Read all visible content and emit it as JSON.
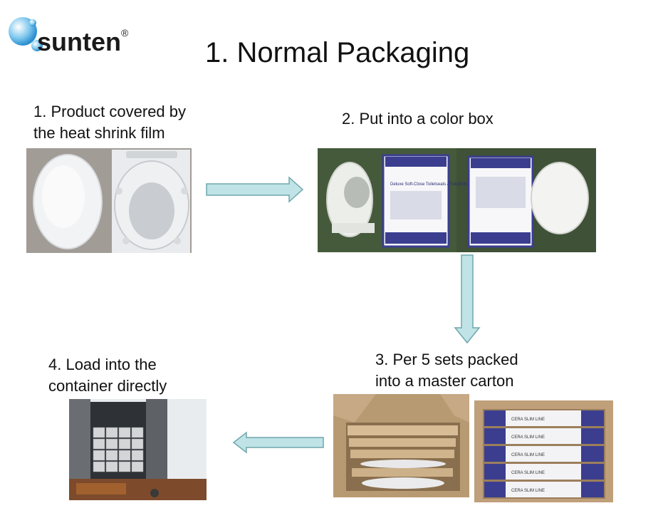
{
  "logo": {
    "text": "sunten",
    "reg": "®"
  },
  "title": "1. Normal Packaging",
  "steps": {
    "s1": {
      "line1": "1. Product covered by",
      "line2": "the heat shrink film"
    },
    "s2": {
      "line1": "2. Put into a color box"
    },
    "s3": {
      "line1": "3. Per 5 sets packed",
      "line2": "into a master carton"
    },
    "s4": {
      "line1": "4. Load into the",
      "line2": "container directly"
    }
  },
  "box_labels": {
    "color_box": "Deluxe Soft-Close Toiletseats / Toiletbrits",
    "carton": [
      "CERA SLIM LINE",
      "CERA SLIM LINE",
      "CERA SLIM LINE",
      "CERA SLIM LINE",
      "CERA SLIM LINE"
    ]
  },
  "colors": {
    "arrow_fill": "#bfe3e6",
    "arrow_stroke": "#6fa7ad",
    "logo_bubble": "#3aa7e0"
  }
}
